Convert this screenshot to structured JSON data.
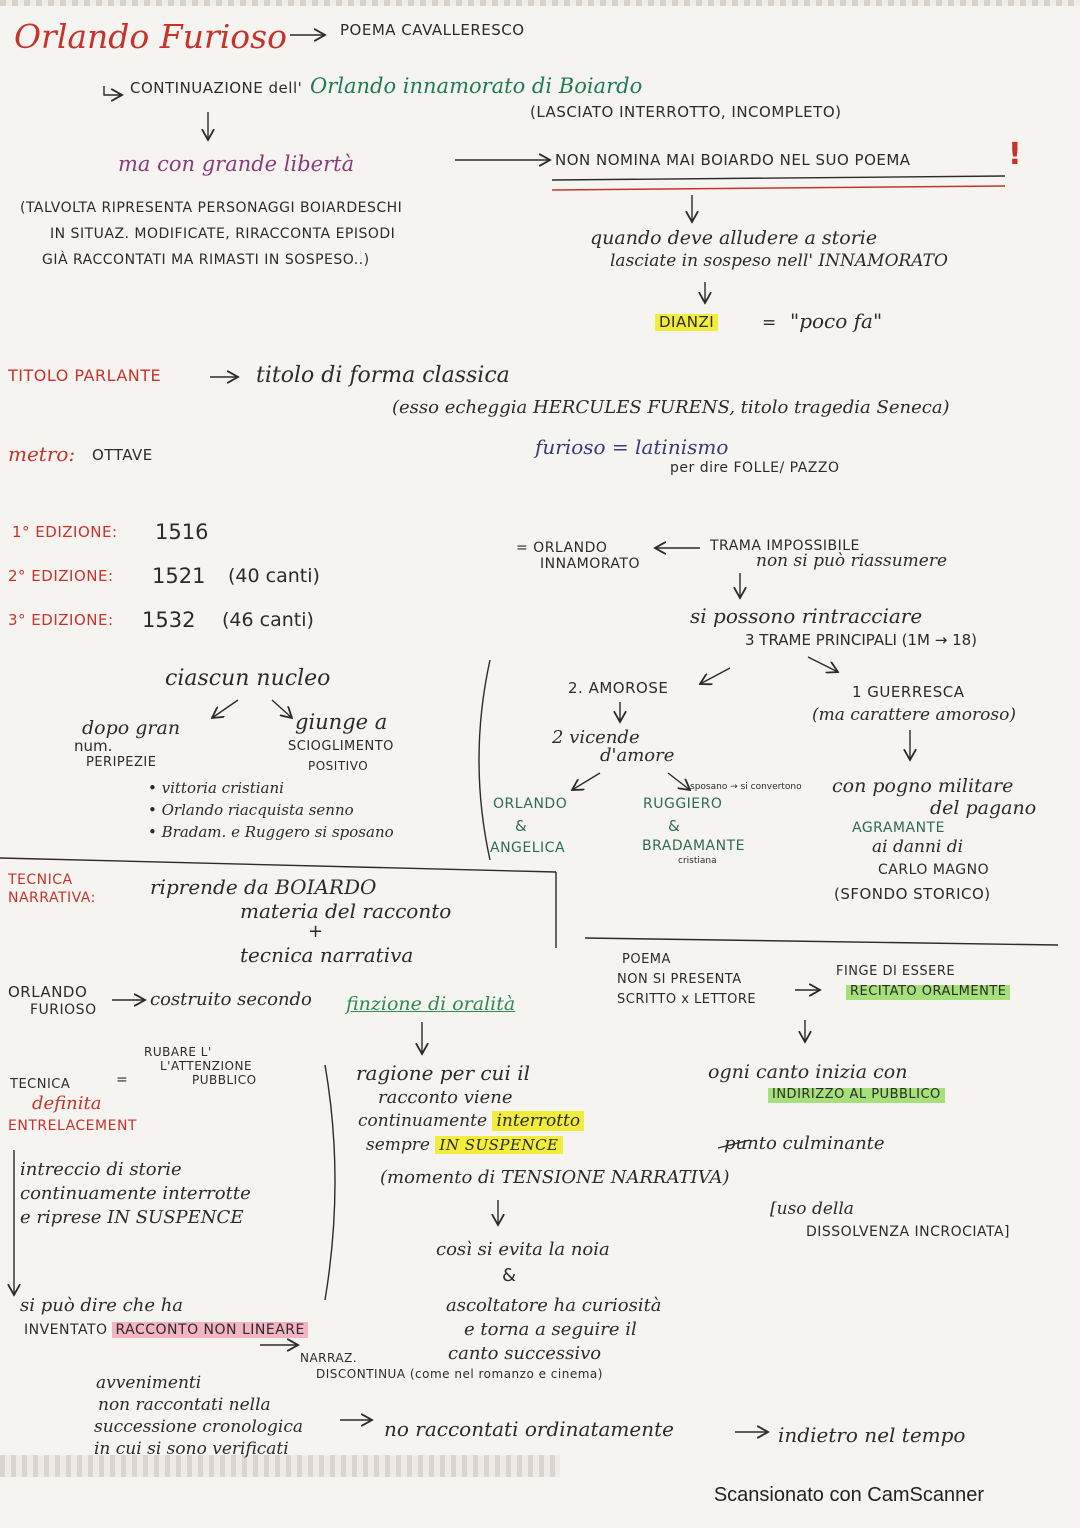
{
  "header": {
    "title": "Orlando Furioso",
    "genre": "POEMA CAVALLERESCO",
    "continuation_prefix": "CONTINUAZIONE dell'",
    "continuation_work": "Orlando innamorato di Boiardo",
    "continuation_note": "(LASCIATO INTERROTTO, INCOMPLETO)"
  },
  "liberty": {
    "text": "ma con grande libertà",
    "note_lines": [
      "(TALVOLTA RIPRESENTA PERSONAGGI BOIARDESCHI",
      "IN SITUAZ. MODIFICATE, RIRACCONTA EPISODI",
      "GIÀ RACCONTATI MA RIMASTI IN SOSPESO..)"
    ],
    "never_names": "NON NOMINA MAI BOIARDO NEL SUO POEMA",
    "exclaim": "!",
    "allude_lines": [
      "quando deve alludere a storie",
      "lasciate in sospeso nell' INNAMORATO"
    ],
    "dianzi": "DIANZI",
    "equals": "=",
    "dianzi_meaning": "\"poco fa\""
  },
  "title_section": {
    "label": "TITOLO PARLANTE",
    "text": "titolo di forma classica",
    "note": "(esso echeggia HERCULES FURENS, titolo tragedia Seneca)",
    "latinism": "furioso = latinismo",
    "latinism_note": "per dire FOLLE/ PAZZO"
  },
  "metre": {
    "label": "metro:",
    "value": "OTTAVE"
  },
  "editions": [
    {
      "label": "1° EDIZIONE:",
      "year": "1516",
      "note": ""
    },
    {
      "label": "2° EDIZIONE:",
      "year": "1521",
      "note": "(40 canti)"
    },
    {
      "label": "3° EDIZIONE:",
      "year": "1532",
      "note": "(46 canti)"
    }
  ],
  "nucleus": {
    "title": "ciascun nucleo",
    "left_lines": [
      "dopo gran",
      "num.",
      "PERIPEZIE"
    ],
    "right_lines": [
      "giunge a",
      "SCIOGLIMENTO",
      "POSITIVO"
    ],
    "bullets": [
      "vittoria cristiani",
      "Orlando riacquista senno",
      "Bradam. e Ruggero si sposano"
    ]
  },
  "plots": {
    "innamorato_lines": [
      "= ORLANDO",
      "INNAMORATO"
    ],
    "trama_lines": [
      "TRAMA IMPOSSIBILE",
      "non si può riassumere"
    ],
    "intertwine_lines": [
      "si possono rintracciare",
      "3 TRAME PRINCIPALI (1M → 18)"
    ],
    "plot2_title": "2. AMOROSE",
    "plot2_sub_lines": [
      "2 vicende",
      "d'amore"
    ],
    "couple1_lines": [
      "ORLANDO",
      "&",
      "ANGELICA"
    ],
    "sposano_note": "sposano → si convertono",
    "couple2_lines": [
      "RUGGIERO",
      "&",
      "BRADAMANTE"
    ],
    "couple2_note": "cristiana",
    "plot1_title": "1 GUERRESCA",
    "plot1_note": "(ma carattere amoroso)",
    "war_lines": [
      "con pogno militare",
      "del pagano",
      "AGRAMANTE",
      "ai danni di",
      "CARLO MAGNO",
      "(SFONDO STORICO)"
    ]
  },
  "technique": {
    "label_lines": [
      "TECNICA",
      "NARRATIVA:"
    ],
    "lines": [
      "riprende da BOIARDO",
      "materia del racconto",
      "+",
      "tecnica narrativa"
    ]
  },
  "orality": {
    "subject_lines": [
      "ORLANDO",
      "FURIOSO"
    ],
    "text": "costruito secondo",
    "highlight": "finzione di oralità",
    "poem_lines": [
      "POEMA",
      "NON SI PRESENTA",
      "SCRITTO x LETTORE"
    ],
    "recited_prefix": "FINGE DI ESSERE",
    "recited": "RECITATO ORALMENTE",
    "canto_line": "ogni canto inizia con",
    "canto_hl": "INDIRIZZO AL PUBBLICO"
  },
  "interlacement": {
    "capture_lines": [
      "RUBARE L'",
      "L'ATTENZIONE",
      "PUBBLICO"
    ],
    "technique_lines": [
      "TECNICA",
      "definita"
    ],
    "technique_name": "ENTRELACEMENT",
    "equals": "=",
    "def_lines": [
      "intreccio di storie",
      "continuamente interrotte",
      "e riprese IN SUSPENCE"
    ],
    "reason_lines": [
      "ragione per cui il",
      "racconto viene"
    ],
    "interrupt_prefix": "continuamente",
    "interrupt_hl": "interrotto",
    "suspense_prefix": "sempre",
    "suspense_hl": "IN SUSPENCE",
    "peak": "punto culminante",
    "tension": "(momento di TENSIONE NARRATIVA)",
    "dissolve_lines": [
      "[uso della",
      "DISSOLVENZA INCROCIATA]"
    ],
    "boredom": "così si evita la noia",
    "and": "&",
    "curiosity_lines": [
      "ascoltatore ha curiosità",
      "e torna a seguire il",
      "canto successivo"
    ]
  },
  "nonlinear": {
    "start": "si può dire che ha",
    "invented": "INVENTATO",
    "hl": "RACCONTO NON LINEARE",
    "narr_lines": [
      "NARRAZ.",
      "DISCONTINUA (come nel romanzo e cinema)"
    ],
    "events_lines": [
      "avvenimenti",
      "non raccontati nella",
      "successione cronologica",
      "in cui si sono verificati"
    ],
    "result": "no raccontati ordinatamente",
    "back": "indietro nel tempo"
  },
  "footer": "Scansionato con CamScanner"
}
